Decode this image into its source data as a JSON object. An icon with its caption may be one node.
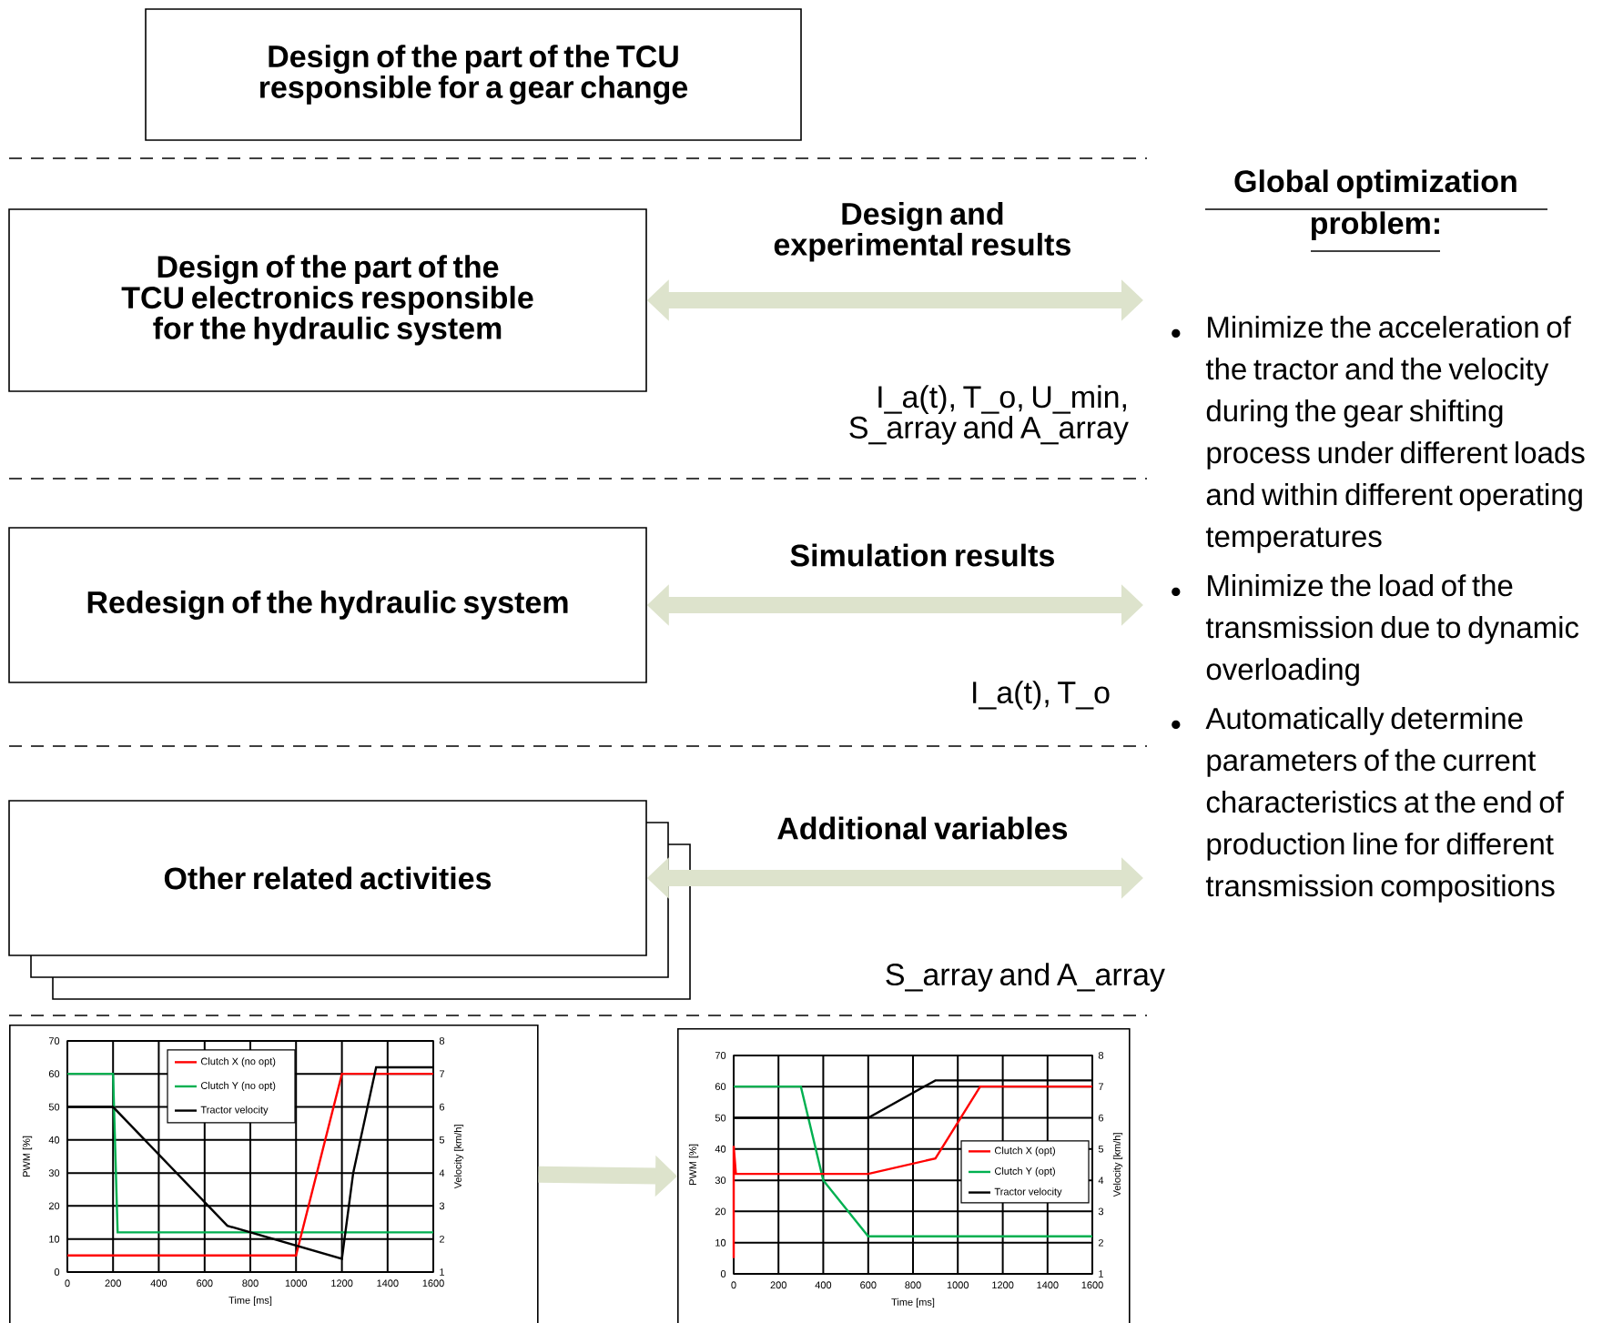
{
  "diagram": {
    "nodes": [
      {
        "text": [
          "Design of the part of the TCU responsible for a gear change"
        ]
      },
      {
        "text": [
          "Design of the part of the TCU electronics responsible for the hydraulic system"
        ]
      },
      {
        "text": [
          "Redesign of the  hydraulic system"
        ]
      },
      {
        "text": [
          "Other related activities"
        ]
      },
      {
        "text": [
          "Global optimization problem:",
          "Minimize the acceleration of the tractor and the velocity during the gear shifting process under different loads and within different operating temperatures",
          "Minimize the load of the transmission due to dynamic overloading",
          "Automatically determine parameters of the current characteristics at the end of production line for different transmission compositions"
        ]
      },
      {
        "text": [
          "Clutch X (no opt)",
          "Clutch Y (no opt)",
          "Tractor velocity",
          "PWM [%]",
          "Velocity [km/h]",
          "Time [ms]",
          "70",
          "60",
          "50",
          "40",
          "30",
          "20",
          "10",
          "0",
          "8",
          "7",
          "6",
          "5",
          "4",
          "3",
          "2",
          "1",
          "0",
          "200",
          "400",
          "600",
          "800",
          "1000",
          "1200",
          "1400",
          "1600"
        ]
      },
      {
        "text": [
          "Clutch X (opt)",
          "Clutch Y (opt)",
          "Tractor velocity",
          "PWM [%]",
          "Velocity [km/h]",
          "Time [ms]",
          "70",
          "60",
          "50",
          "40",
          "30",
          "20",
          "10",
          "0",
          "8",
          "7",
          "6",
          "5",
          "4",
          "3",
          "2",
          "1",
          "0",
          "200",
          "400",
          "600",
          "800",
          "1000",
          "1200",
          "1400",
          "1600"
        ]
      }
    ],
    "edges": [
      {
        "from": 1,
        "to": 4,
        "arrow": "both",
        "label": "Design and experimental results"
      },
      {
        "from": 2,
        "to": 4,
        "arrow": "both",
        "label": "Simulation results"
      },
      {
        "from": 3,
        "to": 4,
        "arrow": "both",
        "label": "Additional variables"
      },
      {
        "from": 5,
        "to": 6,
        "arrow": "to"
      }
    ],
    "labels": [
      "I_a(t),  T_o, U_min, S_array and A_array",
      "I_a(t),  T_o",
      "S_array and A_array"
    ]
  }
}
